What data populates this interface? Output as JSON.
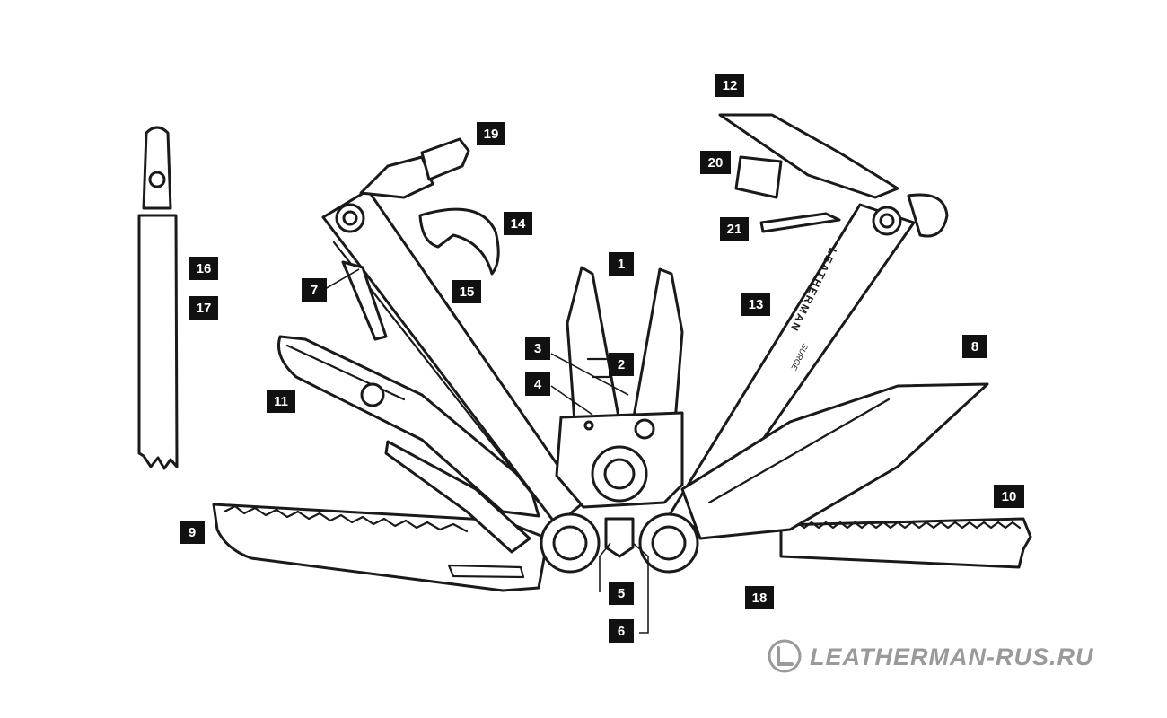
{
  "callouts": [
    "1",
    "2",
    "3",
    "4",
    "5",
    "6",
    "7",
    "8",
    "9",
    "10",
    "11",
    "12",
    "13",
    "14",
    "15",
    "16",
    "17",
    "18",
    "19",
    "20",
    "21"
  ],
  "handle_brand": "LEATHERMAN",
  "handle_model": "SURGE",
  "watermark": {
    "text": "LEATHERMAN-RUS.RU",
    "color": "#9a9a9a"
  },
  "colors": {
    "line": "#1a1a1a",
    "badge": "#111111",
    "background": "#ffffff"
  }
}
